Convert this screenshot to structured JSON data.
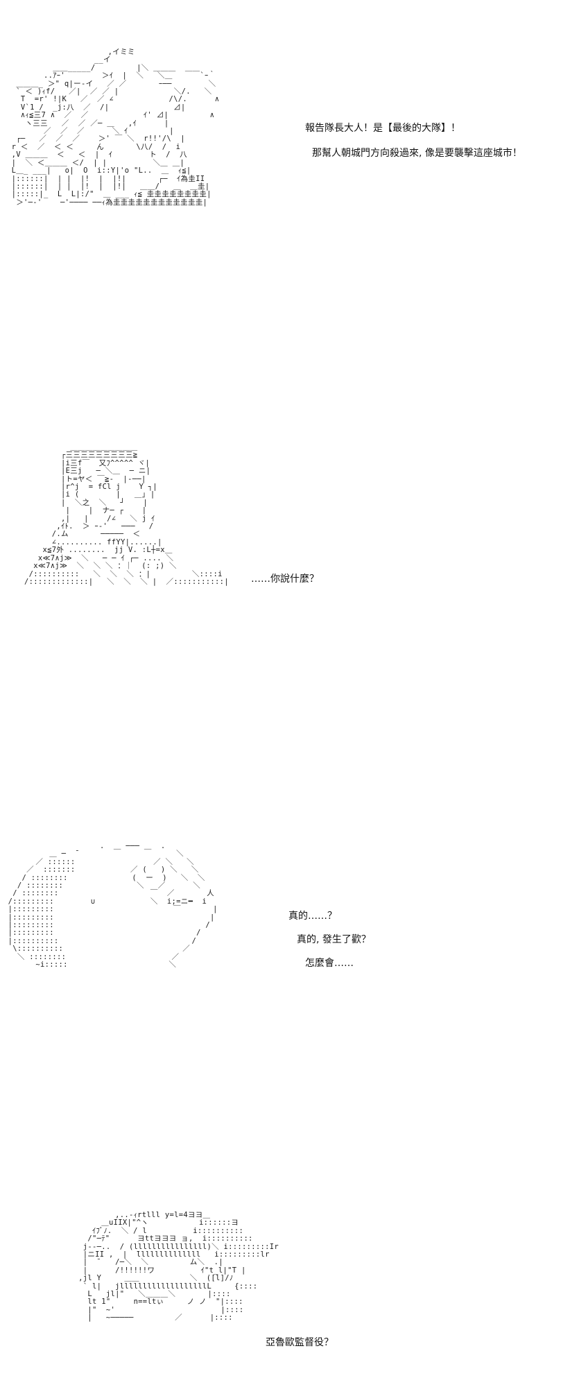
{
  "colors": {
    "background": "#ffffff",
    "text": "#111111"
  },
  "panels": [
    {
      "lines": [
        "報告隊長大人！是【最後的大隊】！",
        "那幫人朝城門方向殺過來, 像是要襲擊這座城市！"
      ],
      "art": "                      ,イミミ\n                   __イ\n          ＿＿_____/         |＼ ＿＿＿  ＿＿\n        ..ｱｰ'        ＞ｲ  |  ＼   ＼＿      `ｰ｀\n  ＿＿＿_ ＞\" q|ー‐イ   ／ ／       ｰ──        ＼\n  ` ＜ )ｨf/   ／|  ／ ／ |            ＼/.   ＼\n   T  =r' !|K   ／  ／ ∠            /\\/.      ∧\n   V`1 /  _j:八  ／  /|              ⊿|\n   ∧ｨ≦三7 ∧  ／  ／            ｲ' ⊿|         ∧\n    ヽ三三   ／  ／ ／─ ＿   ,ｲ      |\n        ／  ／  ／      ＼ ｲ         |\n  ┌─   ／  ／  ／    ＞' ￣ ＼  r!!'/\\  |\n r ＜  ／  ＜ ＜     ん       \\八/  /  i\n ,V ＿＿＿  ＜   ＜  |  ｲ        ト  /  八\n |  ＼ ＜＿＿＿ ＜/  | |          ＼＿ ＿|\n L＿_ ___|   o|  O  i::Y|'o \"L..  ＿  ｨ≦|\n |::::::|  | |  |!  |  |!|       ┌─  ｲ為圭II\n |::::::|  | |  |!  |  |!|   ＿＿/   ＿  ＿圭|\n |:::::|_  L  L|:/\"  ＿ ___ ｨ≦ 圭圭圭圭圭圭圭圭|\n  ＞'─-'    ─'──── ──ｨ為圭圭圭圭圭圭圭圭圭圭圭圭|"
    },
    {
      "lines": [
        "……你說什麼？"
      ],
      "art": "          ＿＿＿＿＿＿＿＿＿\n        ┌三三三三三三三三三≧\n        |i三f￣  又ﾌ^^^^^ ヾ|\n        |E三j   ─ ＼＿  ─ ニ|\n        |ト=ヤ＜ ￣≧-  |-──|\n        |r^j  = fCl j    Y ┐|\n        |i (        |   ＿｣ |\n        |  ＼之  ＼   ┘    |\n         |    |  ナ─ ┌    |\n        ,|   |    /∠   ＼ j ｲ\n       ,ｲﾄ.  ＞ ｰ‐'   ───   /\n      /.ム       ─────  ＜\n      ∠.......... ffYY|......|\n    x≦7外 ........  jj V. :L┼=x＿\n   x≪7∧j≫  ＼   ─ ─ ｲ ┌─ .... ＼\n  x≪7∧j≫  ＼  ＼ ＼ ：｜  (: ;) ＼\n /::::::::::   ＼  ＼  ＼ ：|         ＼::::i\n/:::::::::::::|   ＼  ＼  ＼ |  ／:::::::::::|"
    },
    {
      "lines": [
        "真的……？",
        "真的, 發生了歡？",
        "怎麼會……"
      ],
      "art": "                     .  ＿ ─── ＿  .\n          ＿ ─  ̄                      ＼\n       ／ ::::::                 ／ ＼   ＼\n     ／  :::::::            ／ (   ) ＼   ＼\n    / ::::::::              (  ー  )   ＼  ＼\n   / ::::::::                ＼   ／      ＼\n  / ::::::::                    ￣  ／       人\n /:::::::::        ∪            ＼  i;=ニ━  i\n |:::::::::                          ￣       |\n |:::::::::                                  |\n |:::::::::                                 /\n |:::::::::                               /\n |::::::::::                             /\n  \\::::::::::                          ／\n   ＼ ::::::::                       ／\n       ~i:::::                      ＼"
    },
    {
      "lines": [
        "亞魯歐監督役？"
      ],
      "art": "             ,..-ｨrtlll y=l=4ヨヨ＿\n          ＿uIIX|\"^ヽ           i::::::ヨ\n        ｲﾌﾞﾉ.  ＼ / l          i::::::::::\n       /\"─ﾃ\"      ヨttヨヨヨ ョ,  i::::::::::\n      j‐‐─..  / (llllllllllllllll)＼ i:::::::::Ir\n      |ニII ,  |  ̄llllllllllllll   i:::::::::lr\n      |  ̄    /─＼  ＼         ム＼  .|\n      |      /!!!!!!ワ          ｲ\"t_l|\"T |\n     ,jl Y     ＿＿           ＼  ([l]/ﾉ\n      ` l|   jlllllllllllllllllllL     {::::\n       L   jl|\"   ＼＿＿＿＼       |::::\n       lt 1\"     n==ltぃ     ノ ノ  \"|::::\n       |\"  ~'                       |::::\n       |   ~─────         ／      |::::"
    }
  ]
}
